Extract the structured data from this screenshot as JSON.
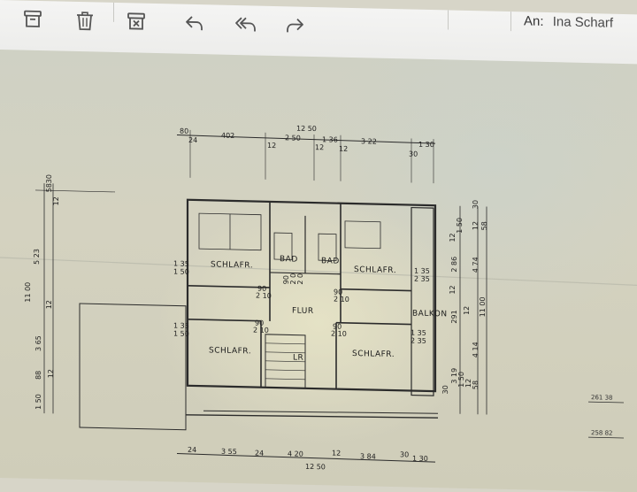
{
  "toolbar": {
    "buttons": [
      {
        "name": "archive-button",
        "icon": "archive-icon"
      },
      {
        "name": "delete-button",
        "icon": "trash-icon"
      },
      {
        "name": "junk-button",
        "icon": "junk-icon"
      },
      {
        "name": "reply-button",
        "icon": "reply-icon"
      },
      {
        "name": "reply-all-button",
        "icon": "reply-all-icon"
      },
      {
        "name": "forward-button",
        "icon": "forward-icon"
      }
    ],
    "recipient_label": "An:",
    "recipient_name": "Ina Scharf"
  },
  "plan": {
    "rooms": {
      "schlafr_top_left": "SCHLAFR.",
      "bad_1": "BAD",
      "bad_2": "BAD",
      "schlafr_top_right": "SCHLAFR.",
      "flur": "FLUR",
      "balkon": "BALKON",
      "schlafr_bottom_left": "SCHLAFR.",
      "lr": "LR",
      "schlafr_bottom_right": "SCHLAFR."
    },
    "top_dims": {
      "total": "12 50",
      "d80": "80",
      "d24": "24",
      "d402": "402",
      "d12a": "12",
      "d250": "2 50",
      "d12b": "12",
      "d136": "1 36",
      "d12c": "12",
      "d322": "3 22",
      "d130": "1 30",
      "d30": "30"
    },
    "bottom_dims": {
      "d24a": "24",
      "d355": "3 55",
      "d24b": "24",
      "d420": "4 20",
      "d12": "12",
      "d384": "3 84",
      "d30": "30",
      "d130": "1 30",
      "total": "12 50"
    },
    "left_dims": {
      "d58": "58",
      "d30": "30",
      "d12": "12",
      "d523": "5 23",
      "d1100": "11 00",
      "d12b": "12",
      "d365": "3 65",
      "d88": "88",
      "d12c": "12",
      "d150": "1 50"
    },
    "right_dims": {
      "d30": "30",
      "d12a": "12",
      "d150": "1 50",
      "d12b": "12",
      "d58": "58",
      "d286": "2 86",
      "d474": "4 74",
      "d12c": "12",
      "d1100": "11 00",
      "d291": "291",
      "d12d": "12",
      "d319": "3 19",
      "d414": "4 14",
      "d150b": "1 50",
      "d12e": "12",
      "d58b": "58",
      "d30b": "30"
    },
    "openings": {
      "w135_150_a": "1 35",
      "w150_a": "1 50",
      "w135_150_b": "1 35",
      "w150_b": "1 50",
      "w135_235_a": "1 35",
      "w235_a": "2 35",
      "w135_235_b": "1 35",
      "w235_b": "2 35",
      "d90_210_a": "90",
      "d210_a": "2 10",
      "d90_210_b": "90",
      "d210_b": "2 10",
      "d90_210_c": "90",
      "d210_c": "2 10",
      "d90_210_d": "90",
      "d210_d": "2 10",
      "bad_door_1": "90",
      "bad_door_2": "2 0",
      "bad_door_3": "2 0"
    },
    "elevations": {
      "e1": "261 38",
      "e2": "258 82"
    }
  }
}
